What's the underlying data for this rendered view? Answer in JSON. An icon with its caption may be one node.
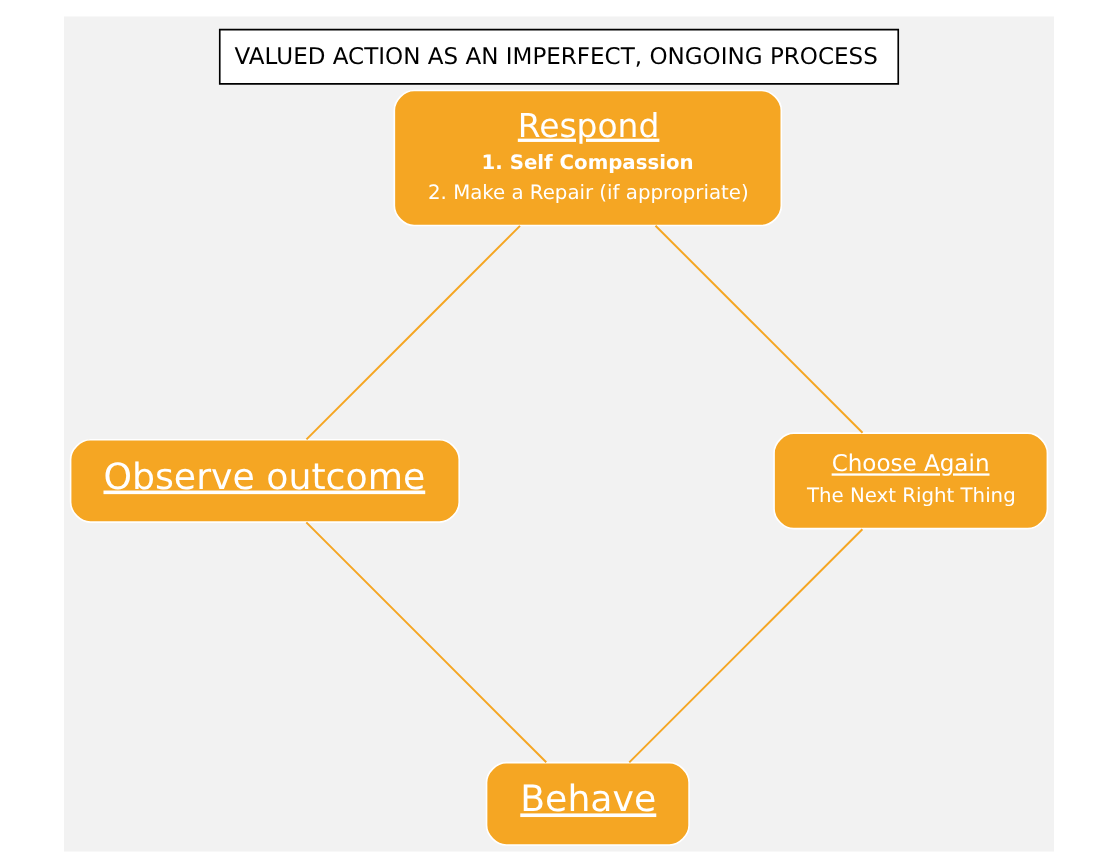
{
  "diagram": {
    "title": "VALUED ACTION AS AN IMPERFECT, ONGOING PROCESS",
    "nodes": [
      {
        "text": [
          "Behave"
        ]
      },
      {
        "text": [
          "Observe outcome"
        ]
      },
      {
        "text": [
          "Respond",
          "1. Self Compassion",
          "2. Make a Repair (if appropriate)"
        ]
      },
      {
        "text": [
          "Choose Again",
          "The Next Right Thing"
        ]
      }
    ],
    "edges": [
      {
        "from": 0,
        "to": 1,
        "arrow": "none"
      },
      {
        "from": 1,
        "to": 2,
        "arrow": "none"
      },
      {
        "from": 2,
        "to": 3,
        "arrow": "none"
      },
      {
        "from": 3,
        "to": 0,
        "arrow": "none"
      }
    ]
  }
}
